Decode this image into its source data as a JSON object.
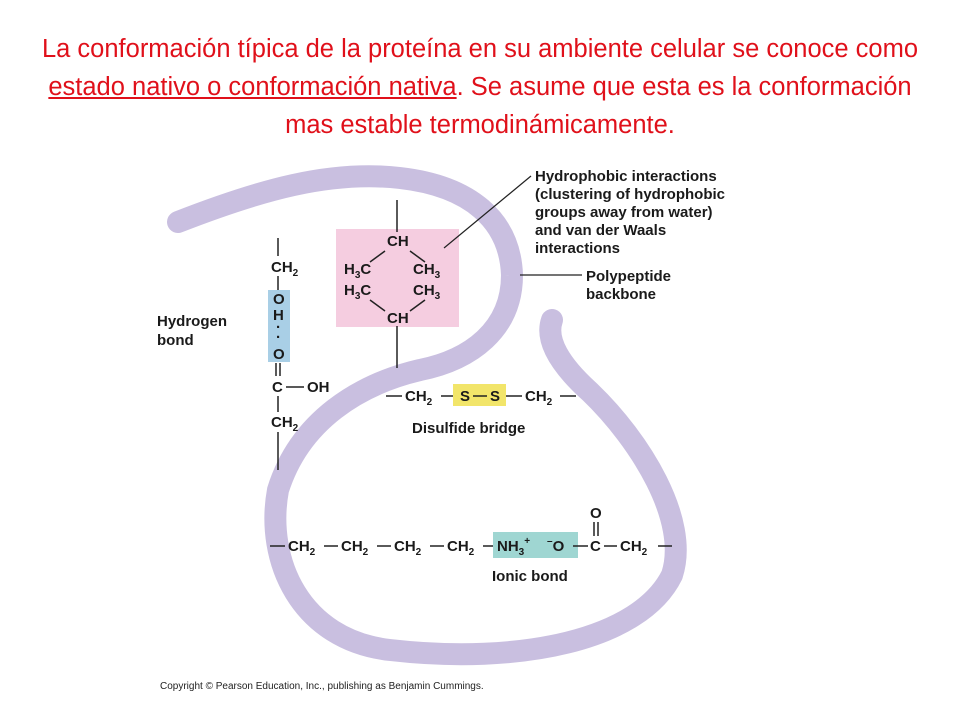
{
  "title": {
    "part1": "La conformación típica de la proteína en su ambiente celular se conoce como ",
    "underlined": "estado nativo  o  conformación nativa",
    "part2": ".  Se asume que esta es la conformación mas estable termodinámicamente."
  },
  "labels": {
    "hydrophobic_1": "Hydrophobic interactions",
    "hydrophobic_2": "(clustering of hydrophobic",
    "hydrophobic_3": "groups away from water)",
    "hydrophobic_4a": "and ",
    "hydrophobic_4b": "van der Waals",
    "hydrophobic_5": "interactions",
    "backbone_1": "Polypeptide",
    "backbone_2": "backbone",
    "hbond_1": "Hydrogen",
    "hbond_2": "bond",
    "disulfide": "Disulfide bridge",
    "ionic": "Ionic bond"
  },
  "chem": {
    "ch": "CH",
    "ch2": "CH",
    "h3c": "H",
    "c": "C",
    "o": "O",
    "h": "H",
    "oh": "OH",
    "s": "S",
    "nh3": "NH",
    "plus": "+",
    "minus": "–",
    "sub2": "2",
    "sub3": "3",
    "dots": "·"
  },
  "copyright": "Copyright © Pearson Education, Inc., publishing as Benjamin Cummings.",
  "colors": {
    "title": "#e0101a",
    "backbone": "#c9bfe0",
    "hydrophobic_box": "#f5cde0",
    "hbond_box": "#a9cfe6",
    "disulfide_box": "#f2e56a",
    "ionic_box": "#9fd6d2"
  }
}
